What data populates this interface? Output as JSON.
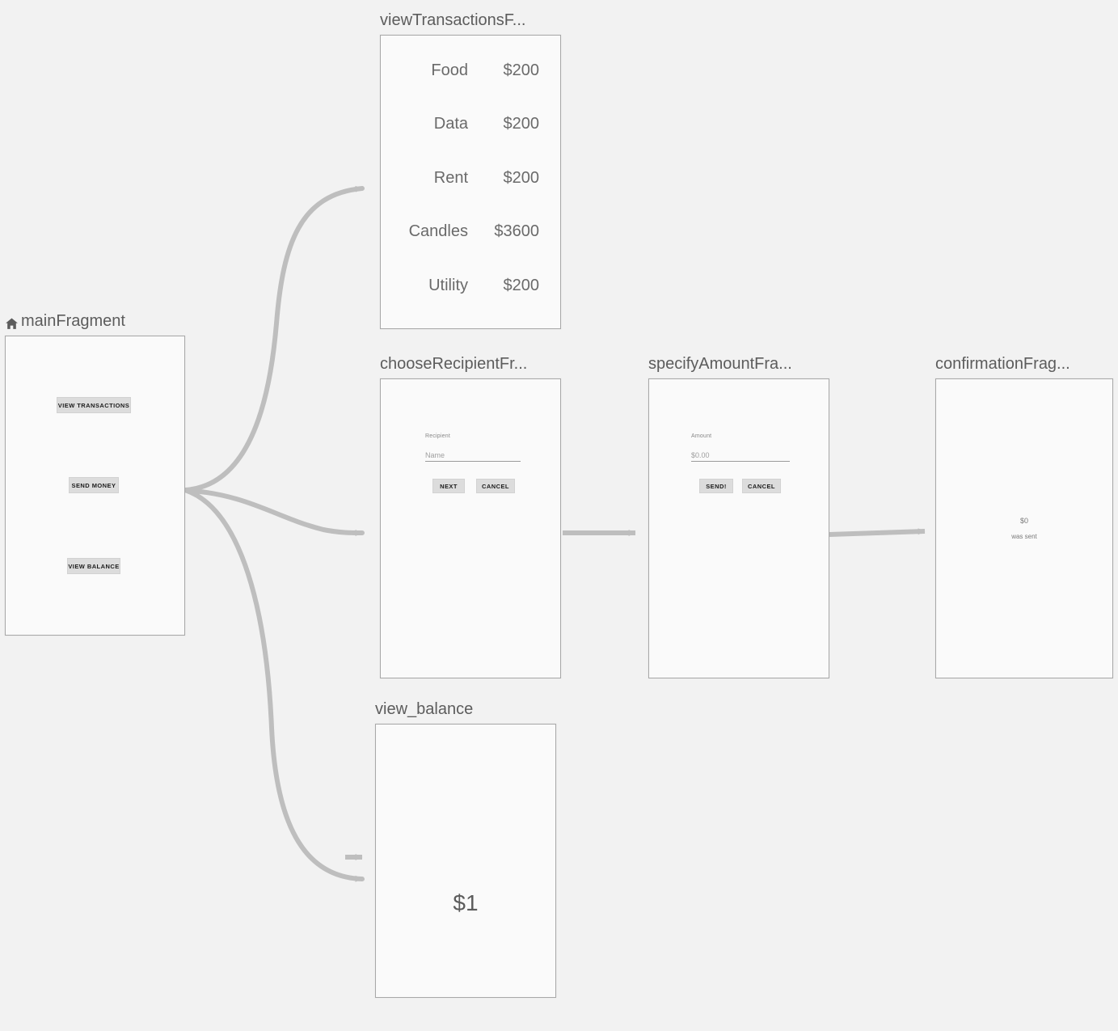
{
  "canvas": {
    "background_color": "#f2f2f2",
    "frame_fill": "#fafafa",
    "frame_border": "#a8a8a8",
    "edge_color": "#bebebe",
    "title_color": "#5c5c5c"
  },
  "nodes": {
    "main_fragment": {
      "title": "mainFragment",
      "start_icon": "home-icon",
      "buttons": [
        {
          "label": "VIEW TRANSACTIONS"
        },
        {
          "label": "SEND MONEY"
        },
        {
          "label": "VIEW BALANCE"
        }
      ]
    },
    "view_transactions_fragment": {
      "title": "viewTransactionsF...",
      "rows": [
        {
          "label": "Food",
          "amount": "$200"
        },
        {
          "label": "Data",
          "amount": "$200"
        },
        {
          "label": "Rent",
          "amount": "$200"
        },
        {
          "label": "Candles",
          "amount": "$3600"
        },
        {
          "label": "Utility",
          "amount": "$200"
        }
      ]
    },
    "choose_recipient_fragment": {
      "title": "chooseRecipientFr...",
      "field_label": "Recipient",
      "field_value": "Name",
      "primary_button": "NEXT",
      "secondary_button": "CANCEL"
    },
    "specify_amount_fragment": {
      "title": "specifyAmountFra...",
      "field_label": "Amount",
      "field_value": "$0.00",
      "primary_button": "SEND!",
      "secondary_button": "CANCEL"
    },
    "confirmation_fragment": {
      "title": "confirmationFrag...",
      "amount": "$0",
      "message": "was sent"
    },
    "view_balance_fragment": {
      "title": "view_balance",
      "amount": "$1"
    }
  }
}
